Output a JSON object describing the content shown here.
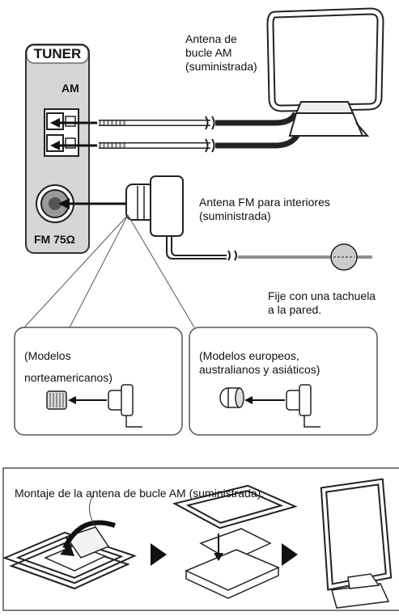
{
  "panel": {
    "title": "TUNER",
    "am_label": "AM",
    "fm_label": "FM 75Ω"
  },
  "am_antenna": {
    "label_line1": "Antena de",
    "label_line2": "bucle AM",
    "label_line3": "(suministrada)"
  },
  "fm_antenna": {
    "label_line1": "Antena FM para interiores",
    "label_line2": "(suministrada)"
  },
  "wall_note": {
    "line1": "Fije con una tachuela",
    "line2": "a la pared."
  },
  "models": {
    "north_america_line1": "(Modelos",
    "north_america_line2": "norteamericanos)",
    "eu_au_asia_line1": "(Modelos europeos,",
    "eu_au_asia_line2": "australianos y asiáticos)"
  },
  "assembly": {
    "title": "Montaje de la antena de bucle AM (suministrada)."
  }
}
